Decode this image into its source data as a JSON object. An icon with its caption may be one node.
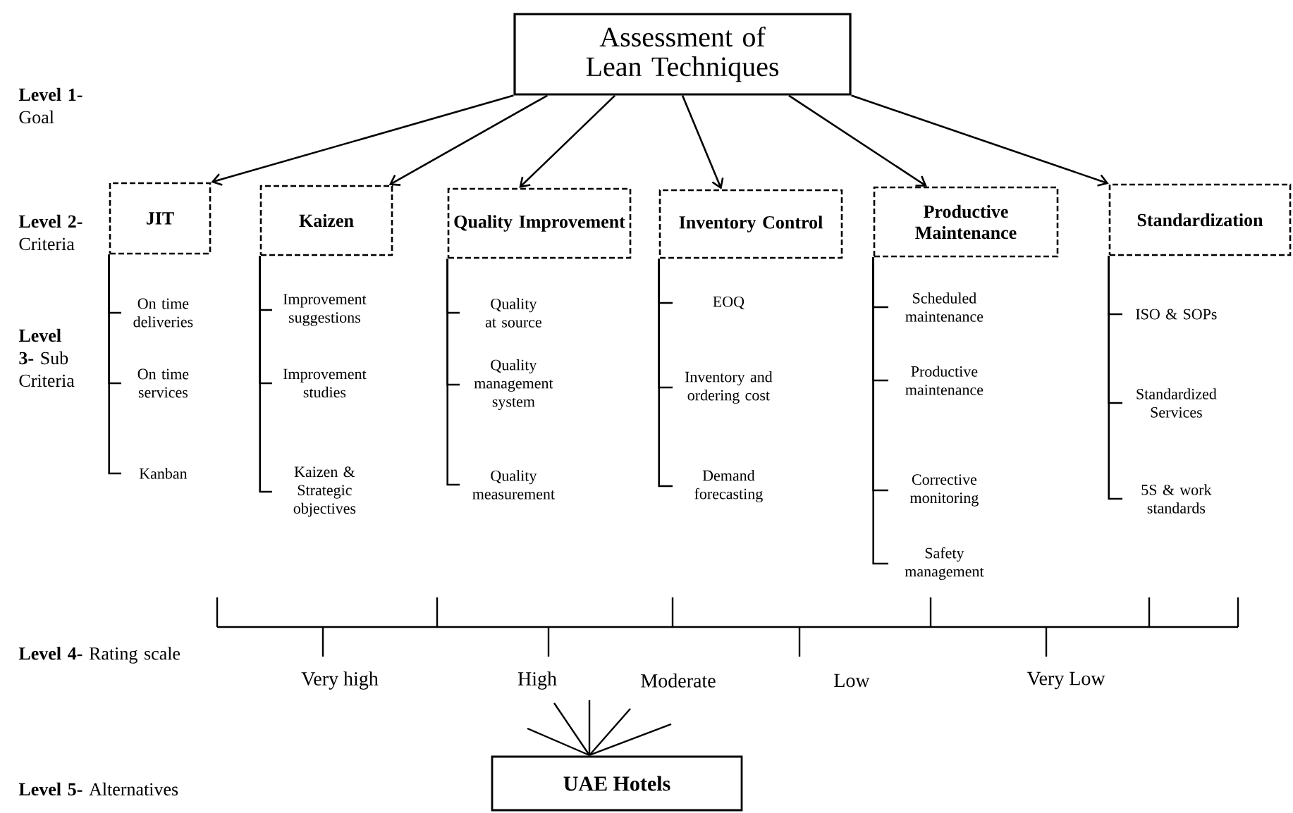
{
  "diagram": {
    "nodes": [
      {
        "text": [
          "Assessment of Lean Techniques"
        ]
      },
      {
        "text": [
          "JIT"
        ]
      },
      {
        "text": [
          "Kaizen"
        ]
      },
      {
        "text": [
          "Quality Improvement"
        ]
      },
      {
        "text": [
          "Inventory Control"
        ]
      },
      {
        "text": [
          "Productive Maintenance"
        ]
      },
      {
        "text": [
          "Standardization"
        ]
      },
      {
        "text": [
          "On time deliveries"
        ]
      },
      {
        "text": [
          "On time services"
        ]
      },
      {
        "text": [
          "Kanban"
        ]
      },
      {
        "text": [
          "Improvement suggestions"
        ]
      },
      {
        "text": [
          "Improvement studies"
        ]
      },
      {
        "text": [
          "Kaizen & Strategic objectives"
        ]
      },
      {
        "text": [
          "Quality at source"
        ]
      },
      {
        "text": [
          "Quality management system"
        ]
      },
      {
        "text": [
          "Quality measurement"
        ]
      },
      {
        "text": [
          "EOQ"
        ]
      },
      {
        "text": [
          "Inventory and ordering cost"
        ]
      },
      {
        "text": [
          "Demand forecasting"
        ]
      },
      {
        "text": [
          "Scheduled maintenance"
        ]
      },
      {
        "text": [
          "Productive maintenance"
        ]
      },
      {
        "text": [
          "Corrective monitoring"
        ]
      },
      {
        "text": [
          "Safety management"
        ]
      },
      {
        "text": [
          "ISO & SOPs"
        ]
      },
      {
        "text": [
          "Standardized Services"
        ]
      },
      {
        "text": [
          "5S & work standards"
        ]
      },
      {
        "text": [
          "UAE Hotels"
        ]
      }
    ],
    "edges": [
      {
        "from": 0,
        "to": 1,
        "arrow": "to"
      },
      {
        "from": 0,
        "to": 2,
        "arrow": "to"
      },
      {
        "from": 0,
        "to": 3,
        "arrow": "to"
      },
      {
        "from": 0,
        "to": 4,
        "arrow": "to"
      },
      {
        "from": 0,
        "to": 5,
        "arrow": "to"
      },
      {
        "from": 0,
        "to": 6,
        "arrow": "to"
      },
      {
        "from": 1,
        "to": 7,
        "arrow": "none"
      },
      {
        "from": 1,
        "to": 8,
        "arrow": "none"
      },
      {
        "from": 1,
        "to": 9,
        "arrow": "none"
      },
      {
        "from": 2,
        "to": 10,
        "arrow": "none"
      },
      {
        "from": 2,
        "to": 11,
        "arrow": "none"
      },
      {
        "from": 2,
        "to": 12,
        "arrow": "none"
      },
      {
        "from": 3,
        "to": 13,
        "arrow": "none"
      },
      {
        "from": 3,
        "to": 14,
        "arrow": "none"
      },
      {
        "from": 3,
        "to": 15,
        "arrow": "none"
      },
      {
        "from": 4,
        "to": 16,
        "arrow": "none"
      },
      {
        "from": 4,
        "to": 17,
        "arrow": "none"
      },
      {
        "from": 4,
        "to": 18,
        "arrow": "none"
      },
      {
        "from": 5,
        "to": 19,
        "arrow": "none"
      },
      {
        "from": 5,
        "to": 20,
        "arrow": "none"
      },
      {
        "from": 5,
        "to": 21,
        "arrow": "none"
      },
      {
        "from": 5,
        "to": 22,
        "arrow": "none"
      },
      {
        "from": 6,
        "to": 23,
        "arrow": "none"
      },
      {
        "from": 6,
        "to": 24,
        "arrow": "none"
      },
      {
        "from": 6,
        "to": 25,
        "arrow": "none"
      }
    ],
    "labels": [
      "**Level 1-** Goal",
      "**Level 2-** Criteria",
      "**Level 3-** Sub Criteria",
      "**Level 4-** Rating scale",
      "Very high",
      "High",
      "Moderate",
      "Low",
      "Very Low",
      "**Level 5-** Alternatives"
    ]
  }
}
